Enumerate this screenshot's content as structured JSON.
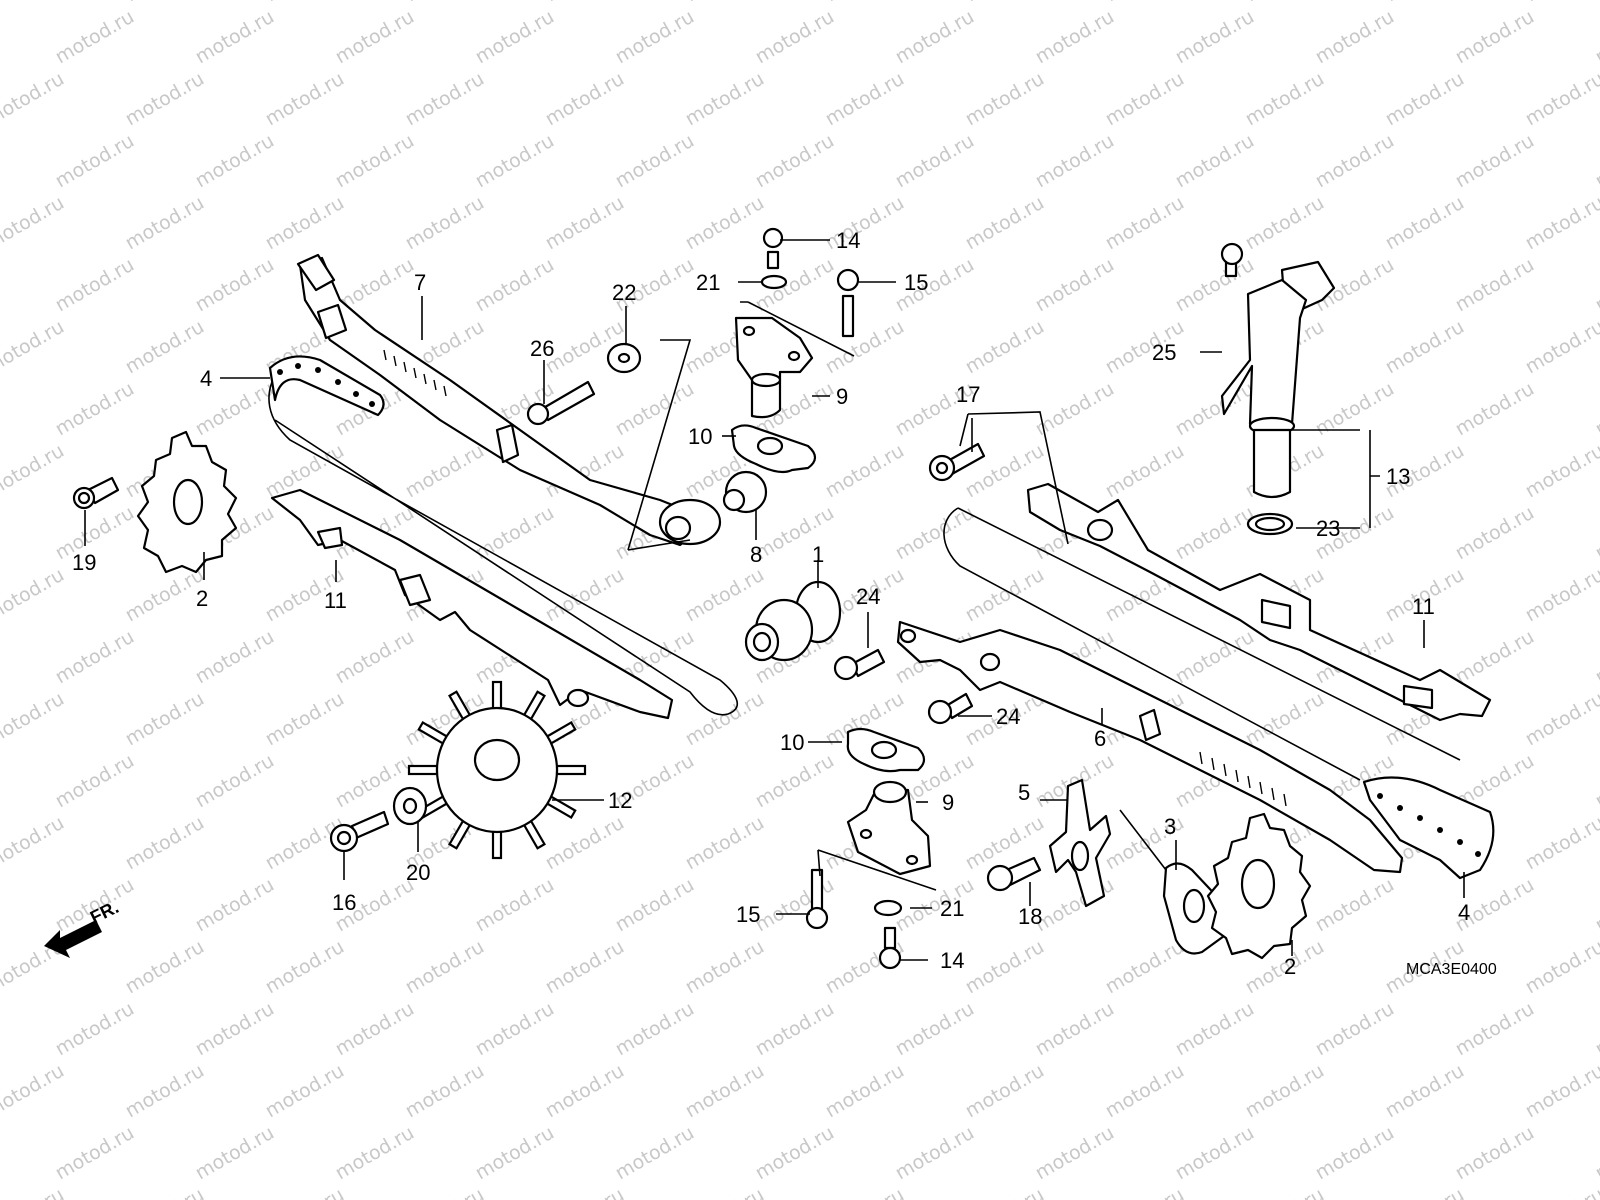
{
  "watermark": {
    "text": "motod.ru"
  },
  "diagram": {
    "code": "MCA3E0400",
    "front_label": "FR."
  },
  "callouts": {
    "c1": "1",
    "c2a": "2",
    "c2b": "2",
    "c3": "3",
    "c4a": "4",
    "c4b": "4",
    "c5": "5",
    "c6": "6",
    "c7": "7",
    "c8": "8",
    "c9a": "9",
    "c9b": "9",
    "c10a": "10",
    "c10b": "10",
    "c11a": "11",
    "c11b": "11",
    "c12": "12",
    "c13": "13",
    "c14a": "14",
    "c14b": "14",
    "c15a": "15",
    "c15b": "15",
    "c16": "16",
    "c17": "17",
    "c18": "18",
    "c19": "19",
    "c20": "20",
    "c21a": "21",
    "c21b": "21",
    "c22": "22",
    "c23": "23",
    "c24a": "24",
    "c24b": "24",
    "c25": "25",
    "c26": "26"
  },
  "colors": {
    "line": "#000000",
    "watermark": "#c8c8c8",
    "background": "#ffffff"
  }
}
